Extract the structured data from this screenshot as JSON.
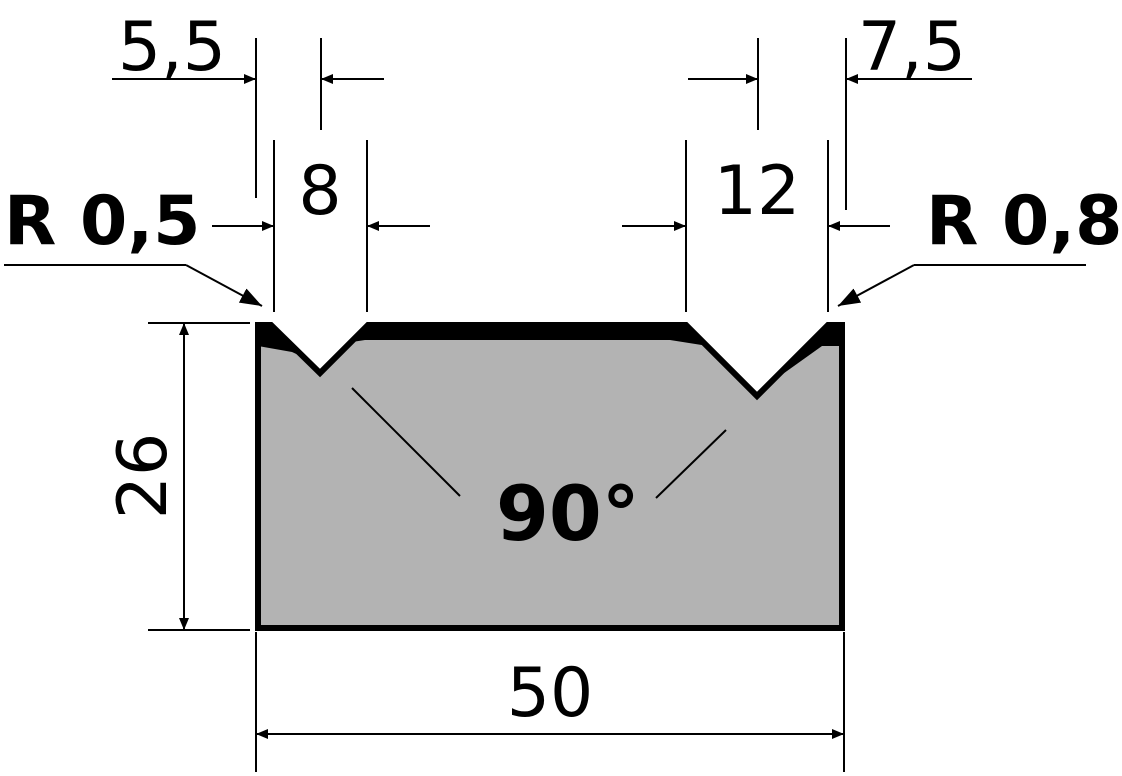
{
  "dimensions": {
    "left_offset": "5,5",
    "right_offset": "7,5",
    "left_v_width": "8",
    "right_v_width": "12",
    "left_radius": "R 0,5",
    "right_radius": "R 0,8",
    "height": "26",
    "width": "50",
    "angle": "90°"
  },
  "colors": {
    "die_body": "#b3b3b3",
    "outline": "#000000"
  }
}
